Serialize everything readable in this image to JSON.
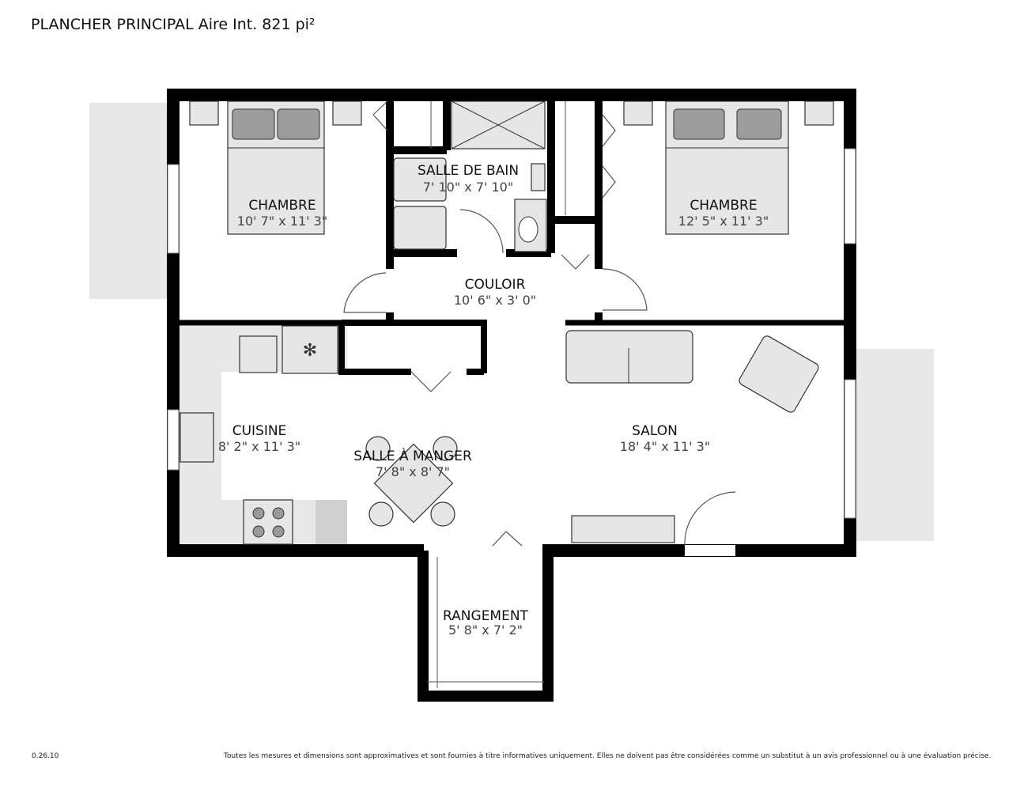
{
  "title": "PLANCHER PRINCIPAL Aire Int. 821 pi²",
  "version": "0.26.10",
  "disclaimer": "Toutes les mesures et dimensions sont approximatives et sont fournies à titre informatives uniquement. Elles ne doivent pas être considérées comme un substitut à un avis professionnel ou à une évaluation précise.",
  "rooms": [
    {
      "name": "CHAMBRE",
      "dims": "10' 7\" x 11' 3\""
    },
    {
      "name": "SALLE DE BAIN",
      "dims": "7' 10\" x 7' 10\""
    },
    {
      "name": "CHAMBRE",
      "dims": "12' 5\" x 11' 3\""
    },
    {
      "name": "COULOIR",
      "dims": "10' 6\" x 3' 0\""
    },
    {
      "name": "CUISINE",
      "dims": "8' 2\" x 11' 3\""
    },
    {
      "name": "SALLE À MANGER",
      "dims": "7' 8\" x 8' 7\""
    },
    {
      "name": "SALON",
      "dims": "18' 4\" x 11' 3\""
    },
    {
      "name": "RANGEMENT",
      "dims": "5' 8\" x 7' 2\""
    }
  ]
}
